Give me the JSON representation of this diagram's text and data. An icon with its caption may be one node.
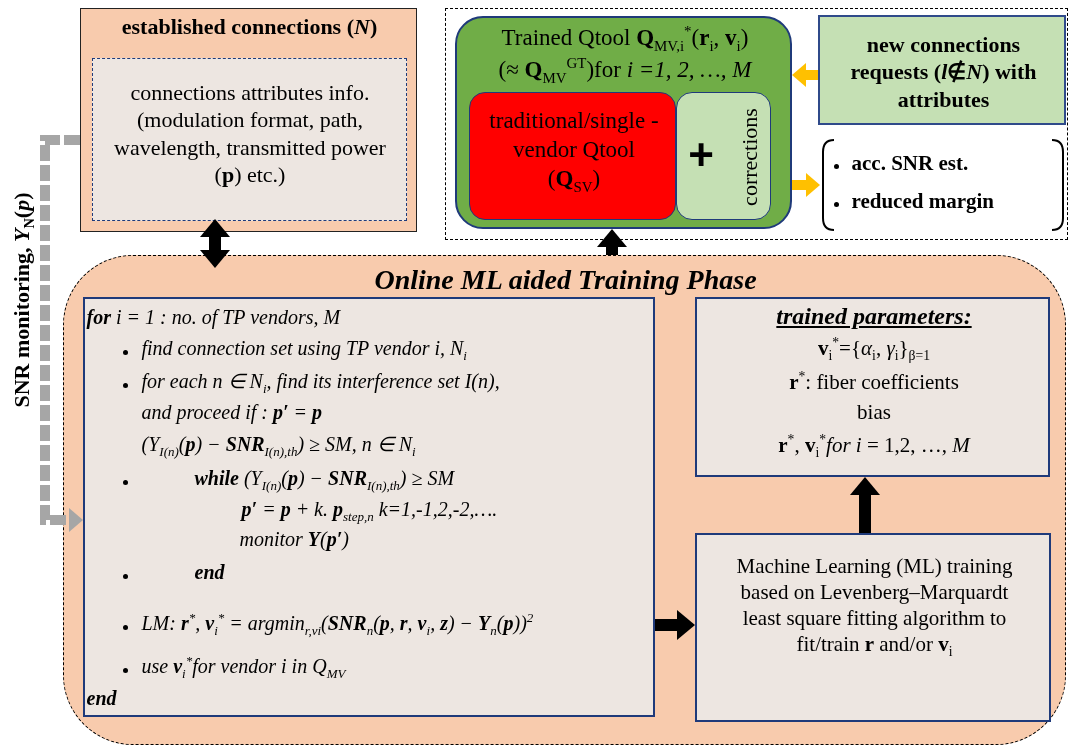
{
  "diagram": {
    "nodes": [
      {
        "text": [
          "established connections (*N*)"
        ]
      },
      {
        "text": [
          "connections attributes info. (modulation format, path, wavelength, transmitted power (**p**) etc.)"
        ],
        "in": 0
      },
      {
        "text": [],
        "shape": "box"
      },
      {
        "text": [
          "Trained Qtool **Q**$_{MV,i}$$^{*}$(**r**$_{i}$, **v**$_{i}$)",
          "(≈ **Q**$_{MV}$$^{GT}$)for *i =1, 2, …, M*"
        ],
        "in": 2
      },
      {
        "text": [
          "traditional/single -vendor Qtool (**Q**$_{SV}$)"
        ],
        "in": 3
      },
      {
        "text": [
          "+",
          "corrections"
        ],
        "in": 3
      },
      {
        "text": [
          "new connections requests (*l*∉*N*) with attributes"
        ],
        "in": 2
      },
      {
        "text": [
          "acc. SNR est.",
          "reduced margin"
        ],
        "in": 2
      },
      {
        "text": [
          "Online ML aided Training Phase"
        ]
      },
      {
        "text": [
          "**for** i = 1 : no. of TP vendors, M",
          "find connection set using TP vendor i, N$_{i}$",
          "for each n ∈ N$_{i}$, find its interference set I(n),",
          "and proceed if : **p′** = **p**",
          "(Y$_{I(n)}$(**p**) − **SNR**$_{I(n),th}$) ≥ SM, n ∈ N$_{i}$",
          "**while** (Y$_{I(n)}$(**p**) − **SNR**$_{I(n),th}$) ≥ SM",
          "**p′** = **p** + k. **p**$_{step,n}$ k=1,-1,2,-2,….",
          "monitor **Y**(**p′**)",
          "**end**",
          "LM: **r**$^{*}$, **v**$_{i}$$^{*}$ = argmin$_{r,vi}$(**SNR**$_{n}$(**p**, **r**, **v**$_{i}$, **z**) − **Y**$_{n}$(**p**))$^{2}$",
          "use **v**$_{i}$$^{*}$for vendor i in Q$_{MV}$",
          "**end**"
        ],
        "in": 8
      },
      {
        "text": [
          "trained parameters:",
          "**v**$_{i}$$^{*}$={*α*$_{i}$, *γ*$_{i}$}$_{β=1}$",
          "**r**$^{*}$:  fiber coefficients",
          "bias",
          "**r**$^{*}$, **v**$_{i}$$^{*}$*for i* = 1,2, …, *M*"
        ],
        "in": 8
      },
      {
        "text": [
          "Machine Learning (ML) training based on Levenberg–Marquardt least square fitting algorithm to fit/train **r** and/or **v**$_{i}$"
        ],
        "in": 8
      }
    ],
    "edges": [
      {
        "from": 8,
        "to": 0,
        "arrow": "both"
      },
      {
        "from": 8,
        "to": 3,
        "arrow": "to"
      },
      {
        "from": 6,
        "to": 3,
        "arrow": "to",
        "color": "#ffc000"
      },
      {
        "from": 3,
        "to": 7,
        "arrow": "to",
        "color": "#ffc000"
      },
      {
        "from": 9,
        "to": 11,
        "arrow": "to"
      },
      {
        "from": 11,
        "to": 10,
        "arrow": "to"
      },
      {
        "from": 0,
        "to": 9,
        "arrow": "to",
        "label": "SNR monitoring, *Y*$_{N}$(*p*)",
        "style": "dashed",
        "color": "#a6a6a6"
      }
    ]
  }
}
